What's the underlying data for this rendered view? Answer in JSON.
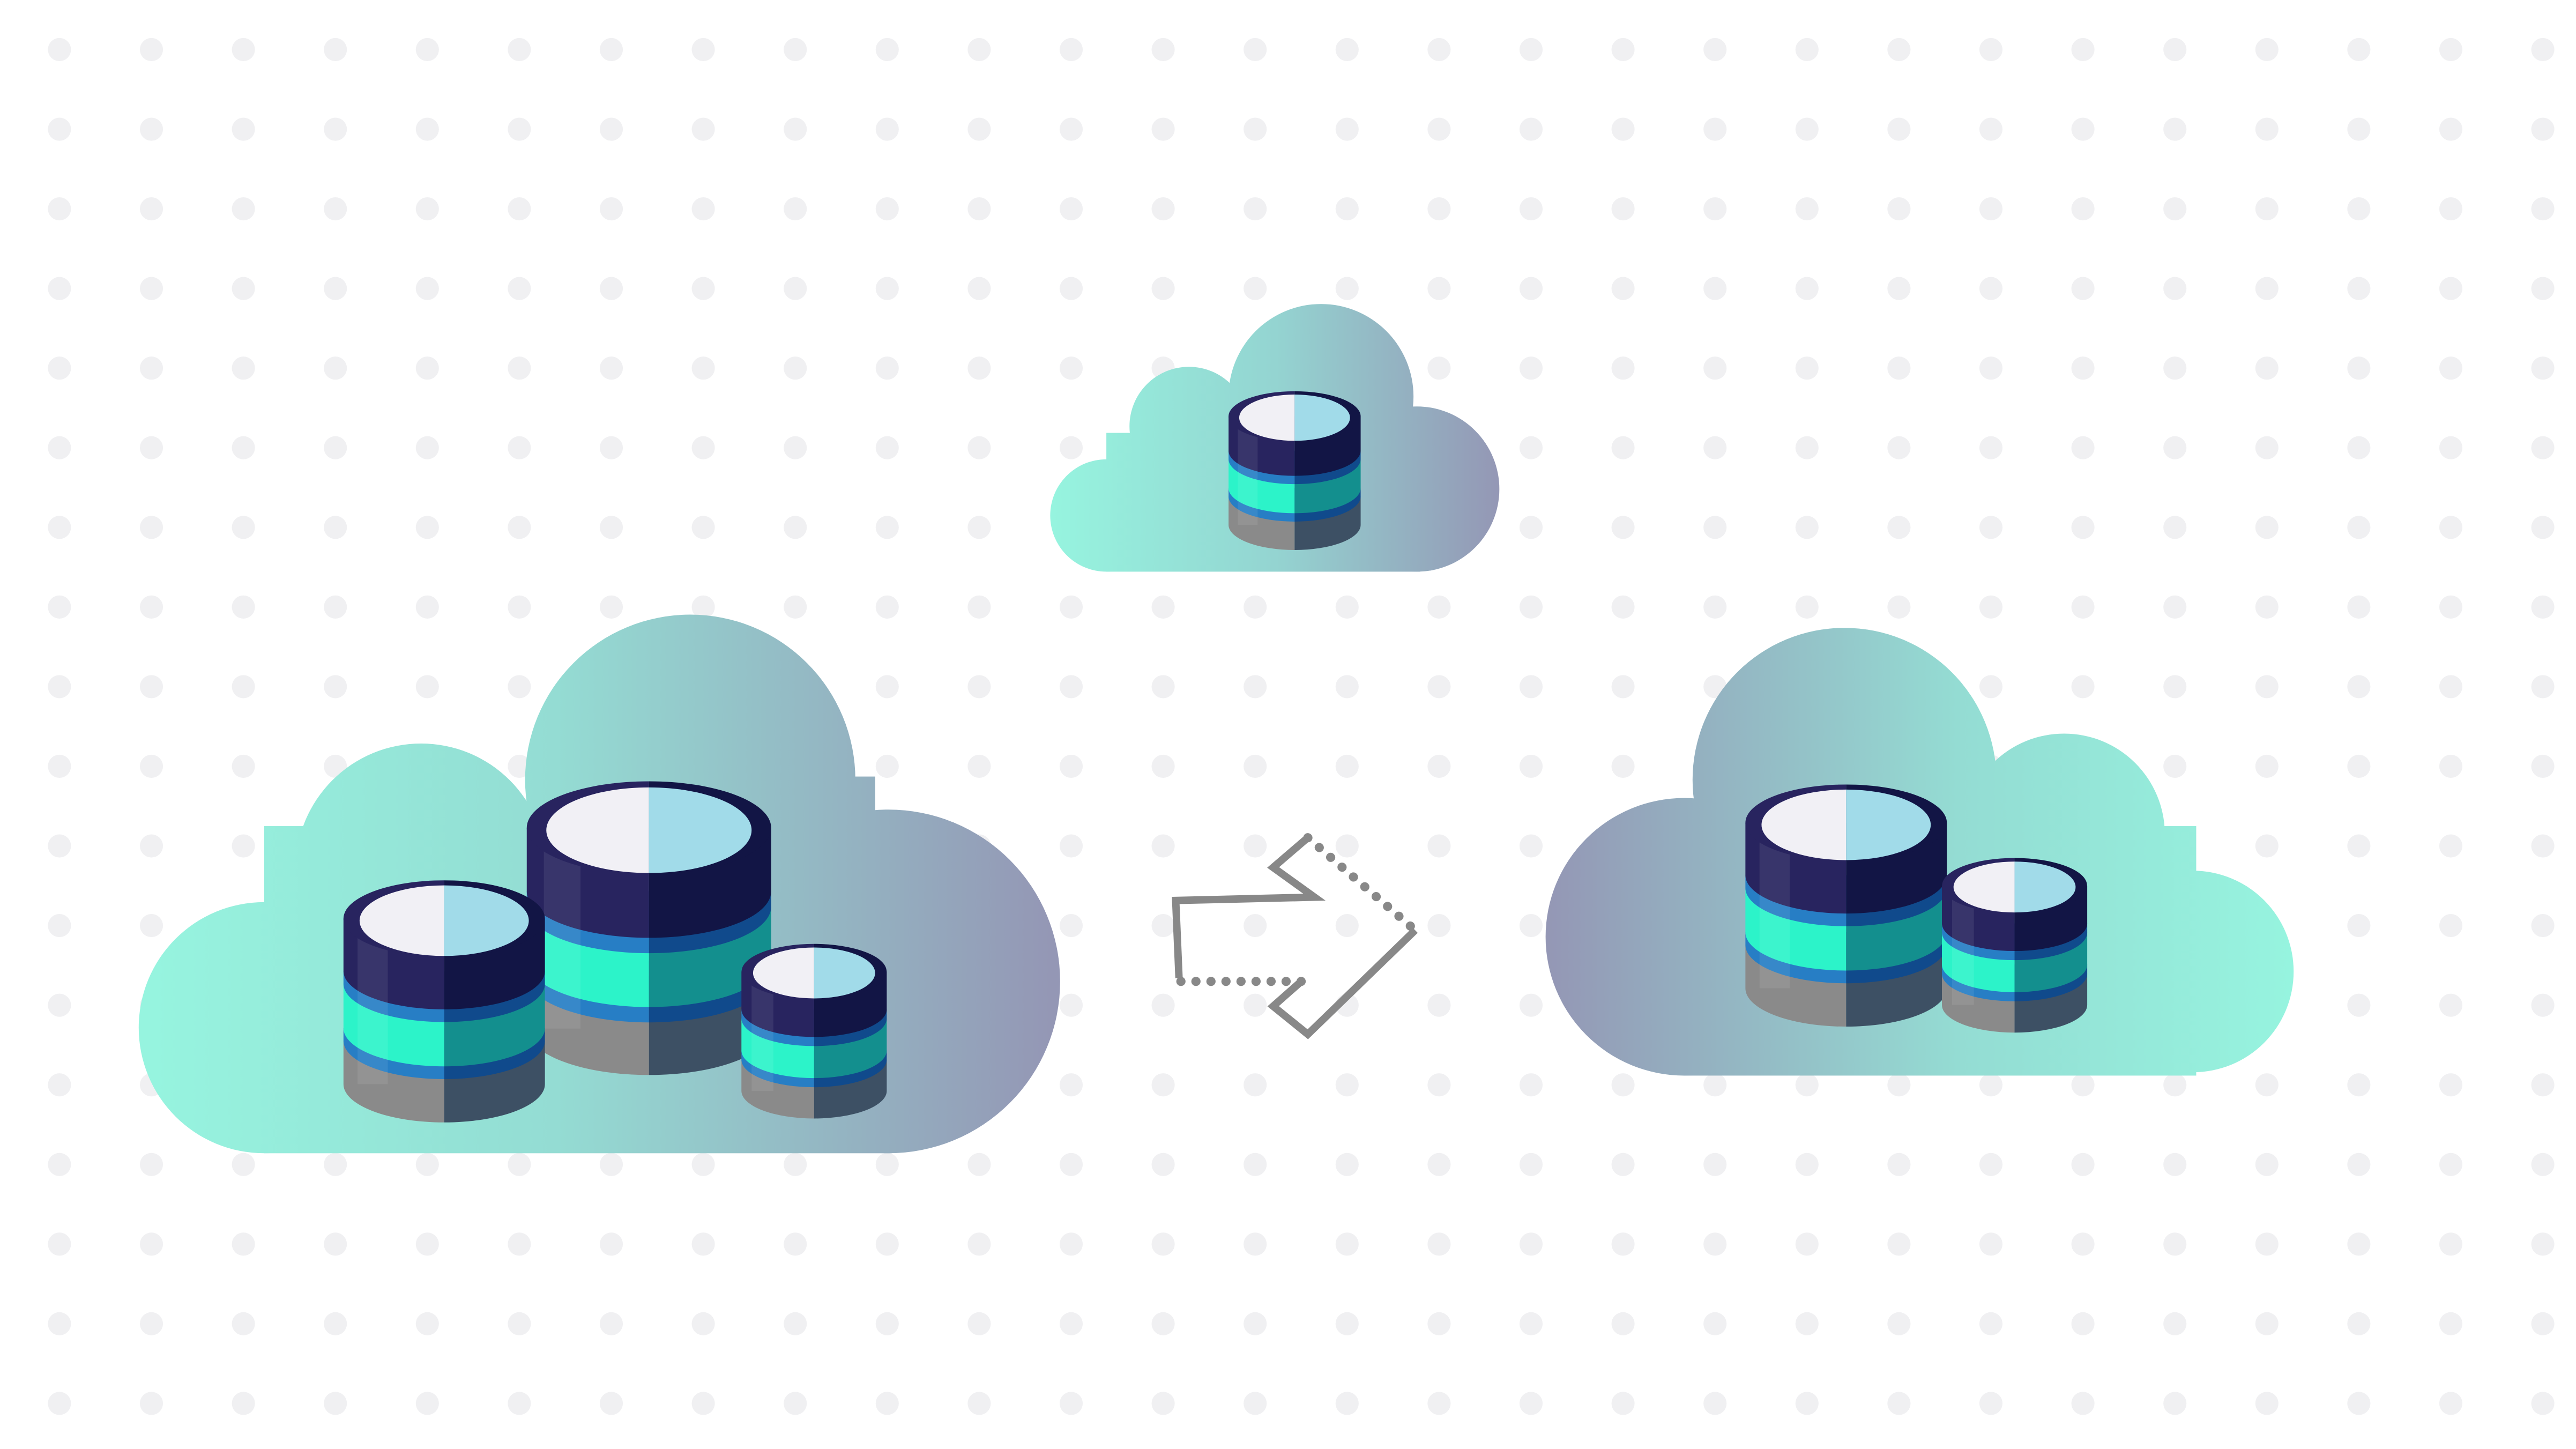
{
  "illustration": {
    "icons": [
      "cloud-icon",
      "database-icon",
      "transfer-arrow-icon"
    ],
    "colors": {
      "background": "#ffffff",
      "dot": "#f0f0f2",
      "cloud_mint": "#96f4df",
      "cloud_purple": "#9497b5",
      "db_cap_light": "#f1f0f5",
      "db_cap_blue": "#a1dbe9",
      "db_navy_left": "#28245f",
      "db_navy_right": "#121545",
      "db_stripe_left": "#277ec5",
      "db_stripe_right": "#104a8c",
      "db_teal_left": "#2cf3c9",
      "db_teal_right": "#138f8e",
      "db_gray_left": "#8a8a8a",
      "db_gray_right": "#3d5064",
      "arrow": "#888888"
    },
    "clouds": [
      {
        "name": "source-cloud",
        "databases": 3
      },
      {
        "name": "middle-cloud",
        "databases": 1
      },
      {
        "name": "target-cloud",
        "databases": 2
      }
    ]
  }
}
